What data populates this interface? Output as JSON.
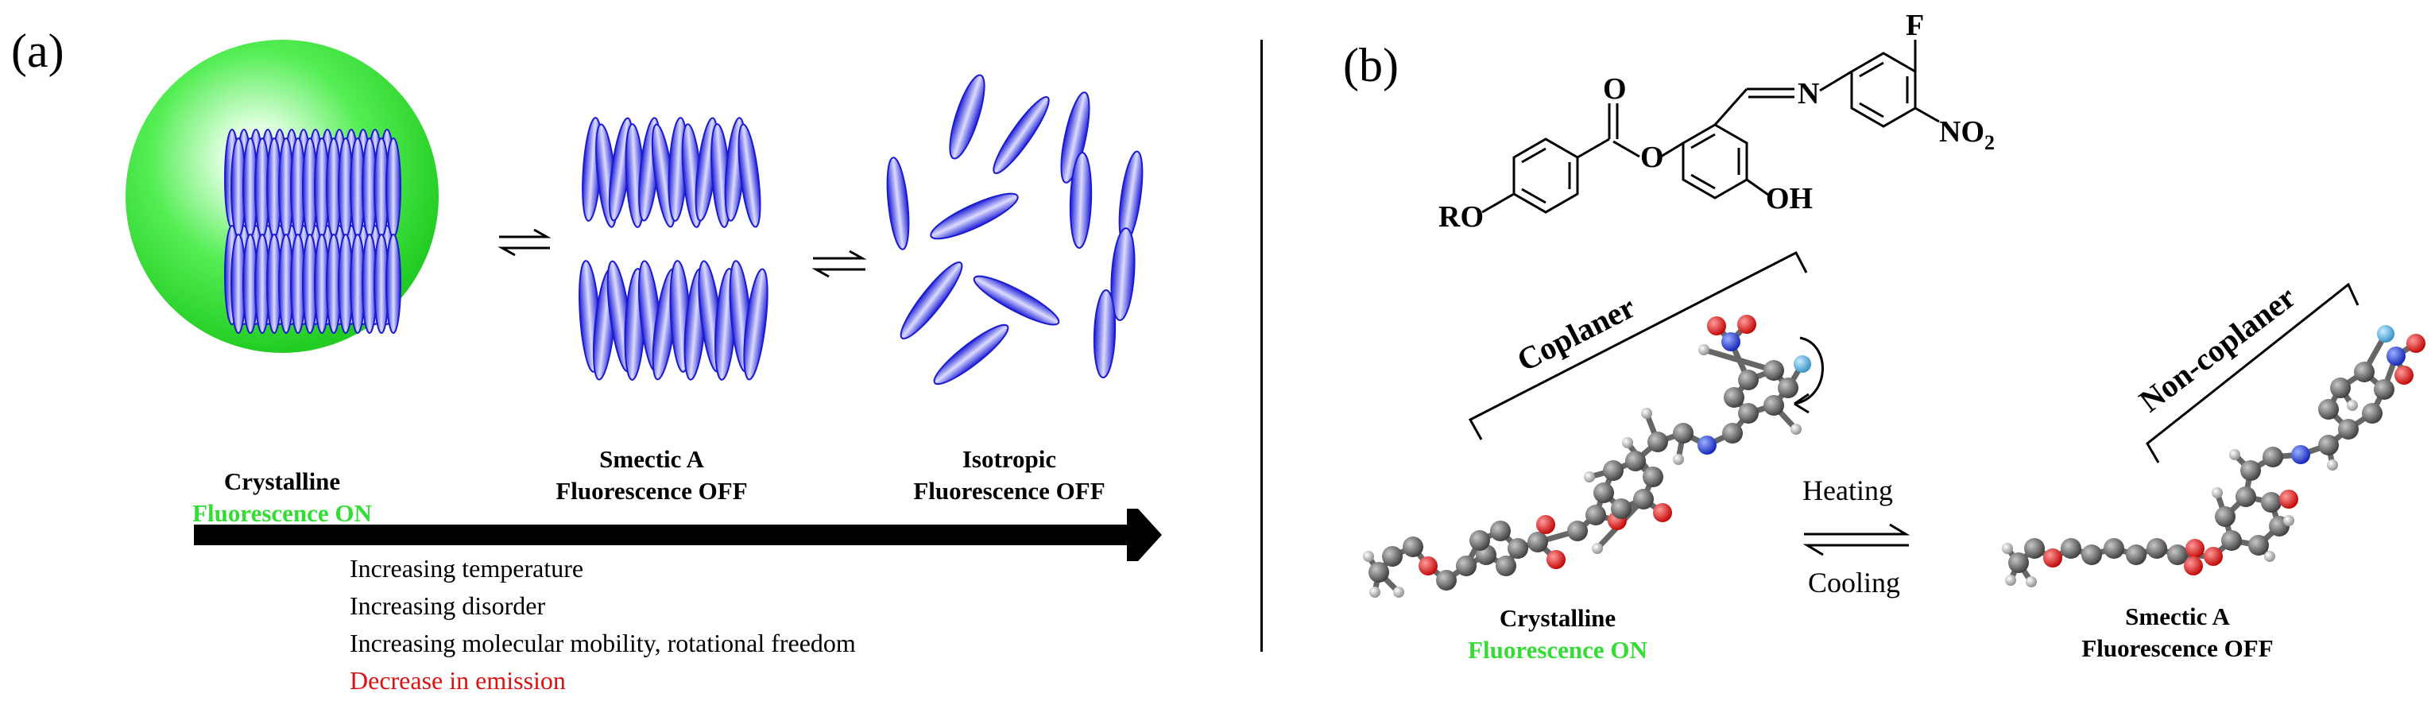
{
  "panel_a": {
    "label": "(a)",
    "states": [
      {
        "name": "Crystalline",
        "fluorescence": "Fluorescence ON"
      },
      {
        "name": "Smectic A",
        "fluorescence": "Fluorescence  OFF"
      },
      {
        "name": "Isotropic",
        "fluorescence": "Fluorescence OFF"
      }
    ],
    "effects": [
      "Increasing temperature",
      "Increasing disorder",
      "Increasing molecular mobility, rotational freedom",
      "Decrease in emission"
    ]
  },
  "panel_b": {
    "label": "(b)",
    "structure_labels": {
      "fluoro": "F",
      "imine_n": "N",
      "nitro": "NO",
      "nitro_subscript": "2",
      "hydroxyl": "OH",
      "ester_o1": "O",
      "ester_o2": "O",
      "alkoxy": "RO"
    },
    "conformers": [
      {
        "conformation": "Coplaner",
        "state": "Crystalline",
        "fluorescence": "Fluorescence ON"
      },
      {
        "conformation": "Non-coplaner",
        "state": "Smectic A",
        "fluorescence": "Fluorescence  OFF"
      }
    ],
    "forward_process": "Heating",
    "reverse_process": "Cooling"
  },
  "colors": {
    "mesogen_blue": "#2a2ae6",
    "fluorescence_green": "#33dd33",
    "emission_red": "#dd1111",
    "carbon_grey": "#555555",
    "oxygen_red": "#e21b1b",
    "nitrogen_blue": "#1c3ee0",
    "fluorine_cyan": "#57b4e6"
  }
}
